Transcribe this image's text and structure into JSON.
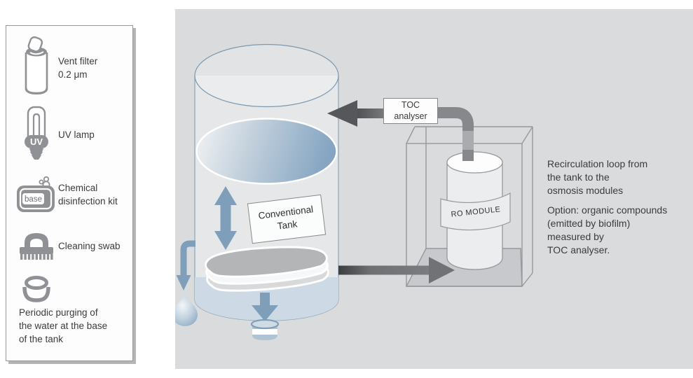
{
  "legend": {
    "items": [
      {
        "icon": "vent-filter-icon",
        "label": "Vent filter\n0.2 μm"
      },
      {
        "icon": "uv-lamp-icon",
        "label": "UV lamp",
        "badge": "UV"
      },
      {
        "icon": "chemical-kit-icon",
        "label": "Chemical\ndisinfection kit",
        "badge": "base"
      },
      {
        "icon": "cleaning-swab-icon",
        "label": "Cleaning swab"
      },
      {
        "icon": "purge-container-icon",
        "label": "Periodic purging of\nthe water at the base\nof the tank"
      }
    ]
  },
  "diagram": {
    "tank_label": "Conventional\nTank",
    "toc_label": "TOC\nanalyser",
    "ro_label": "RO MODULE",
    "annotation": {
      "p1": "Recirculation loop from\nthe tank to the\nosmosis modules",
      "p2": "Option: organic compounds\n(emitted by biofilm)\nmeasured by\nTOC analyser."
    }
  },
  "colors": {
    "panel_bg": "#dadbdd",
    "arrow_blue": "#7e9eba",
    "arrow_dark": "#56575a",
    "pipe_gray": "#87888c",
    "water_blue": "#8cabc6",
    "icon_gray": "#8f9194",
    "text": "#3a3b3d"
  }
}
